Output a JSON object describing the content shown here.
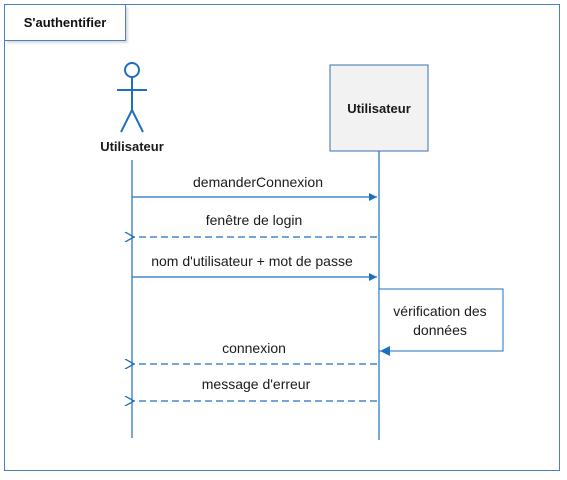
{
  "frame": {
    "title": "S'authentifier"
  },
  "lifelines": {
    "actor": {
      "name": "Utilisateur"
    },
    "object": {
      "name": "Utilisateur"
    }
  },
  "messages": [
    {
      "label": "demanderConnexion",
      "kind": "sync"
    },
    {
      "label": "fenêtre de login",
      "kind": "return"
    },
    {
      "label": "nom d'utilisateur + mot de passe",
      "kind": "sync"
    },
    {
      "label": "connexion",
      "kind": "return"
    },
    {
      "label": "message d'erreur",
      "kind": "return"
    }
  ],
  "self_message": {
    "line1": "vérification des",
    "line2": "données"
  },
  "colors": {
    "line": "#1f6fc0",
    "frame": "#4a7fc1",
    "box_fill": "#f2f2f2",
    "box_border": "#3b6fb0"
  }
}
